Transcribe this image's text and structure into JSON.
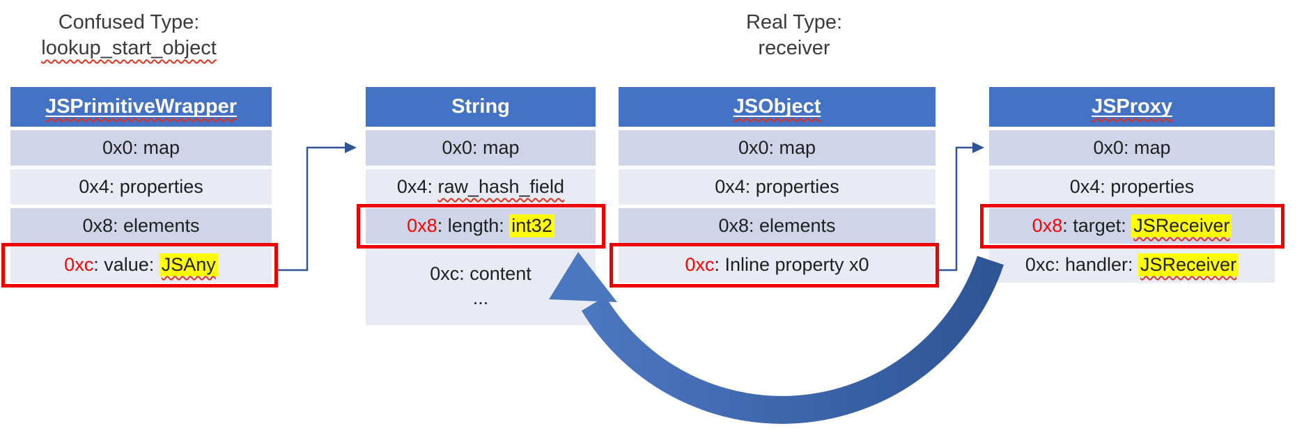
{
  "labels": {
    "confused": {
      "line1": "Confused Type:",
      "line2": "lookup_start_object"
    },
    "real": {
      "line1": "Real Type:",
      "line2": "receiver"
    }
  },
  "tables": {
    "jsprimitivewrapper": {
      "title": "JSPrimitiveWrapper",
      "rows": {
        "r0": "0x0: map",
        "r1": "0x4: properties",
        "r2": "0x8: elements",
        "r3": {
          "addr": "0xc",
          "label": ": value: ",
          "type": "JSAny"
        }
      }
    },
    "string": {
      "title": "String",
      "rows": {
        "r0": "0x0: map",
        "r1": {
          "prefix": "0x4: ",
          "field": "raw_hash_field"
        },
        "r2": {
          "addr": "0x8",
          "label": ": length: ",
          "type": "int32"
        },
        "r3": {
          "line1": "0xc: content",
          "line2": "..."
        }
      }
    },
    "jsobject": {
      "title": "JSObject",
      "rows": {
        "r0": "0x0: map",
        "r1": "0x4: properties",
        "r2": "0x8: elements",
        "r3": {
          "addr": "0xc",
          "label": ": Inline property x0"
        }
      }
    },
    "jsproxy": {
      "title": "JSProxy",
      "rows": {
        "r0": "0x0: map",
        "r1": "0x4: properties",
        "r2": {
          "addr": "0x8",
          "label": ": target: ",
          "type": "JSReceiver"
        },
        "r3": {
          "prefix": "0xc: handler: ",
          "type": "JSReceiver"
        }
      }
    }
  },
  "colors": {
    "header_blue": "#4472C4",
    "band_dark": "#CFD4E8",
    "band_light": "#E9EBF4",
    "highlight_yellow": "#FFFF00",
    "alert_red": "#FF0000",
    "box_red": "#EE0000",
    "arrow_blue": "#2F5597",
    "curve_blue_light": "#4B76C0",
    "curve_blue_dark": "#2E5596",
    "squiggle_red": "#E0301E"
  }
}
